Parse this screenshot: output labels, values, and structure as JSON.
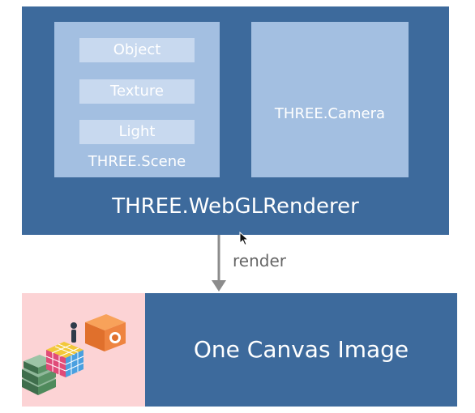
{
  "renderer": {
    "label": "THREE.WebGLRenderer",
    "scene": {
      "label": "THREE.Scene",
      "items": [
        "Object",
        "Texture",
        "Light"
      ]
    },
    "camera": {
      "label": "THREE.Camera"
    }
  },
  "arrow": {
    "label": "render"
  },
  "output": {
    "label": "One Canvas Image",
    "illustration_icon": "isometric-game-scene-icon"
  },
  "colors": {
    "renderer_bg": "#3d6a9c",
    "inner_box_bg": "#a3bfe1",
    "pill_bg": "#c8d9ef",
    "illustration_bg": "#fcd3d5",
    "arrow": "#8c8c8c"
  }
}
